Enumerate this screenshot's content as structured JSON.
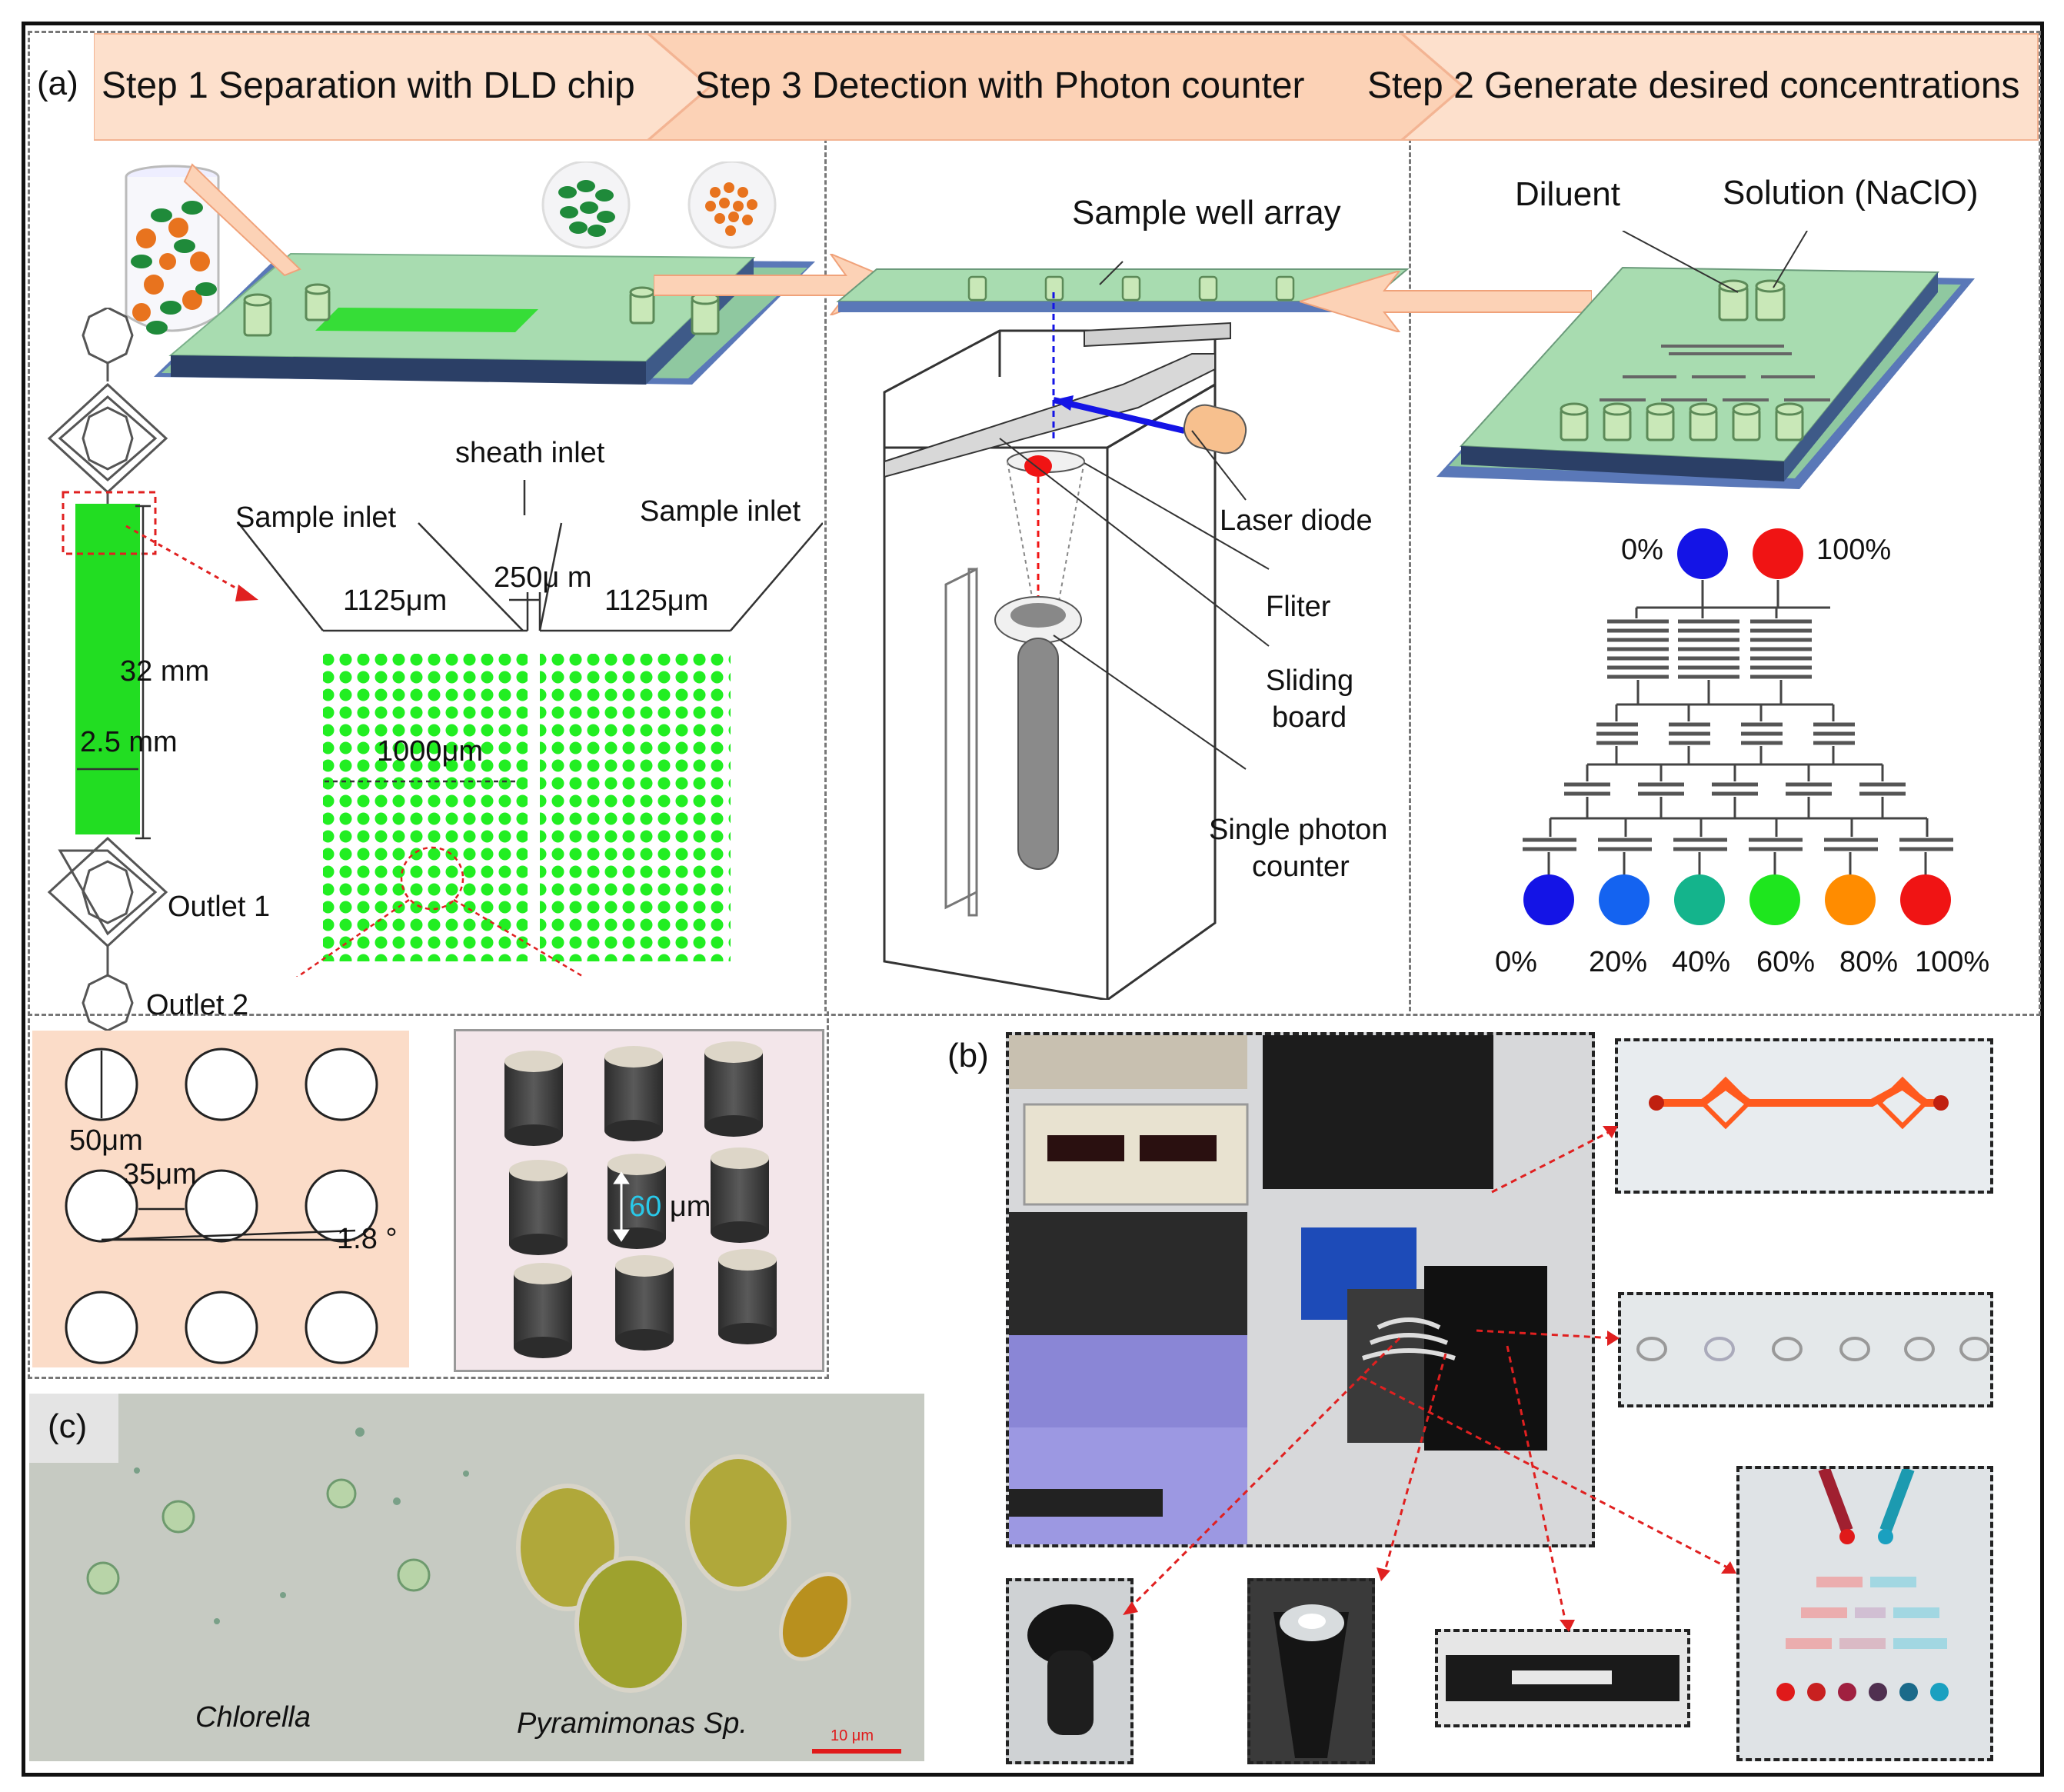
{
  "panels": {
    "a": "(a)",
    "b": "(b)",
    "c": "(c)"
  },
  "banner": {
    "step1": "Step 1 Separation with DLD chip",
    "step3": "Step 3 Detection with Photon counter",
    "step2": "Step 2 Generate desired concentrations"
  },
  "dld": {
    "sheath_inlet": "sheath inlet",
    "sample_inlet_left": "Sample inlet",
    "sample_inlet_right": "Sample inlet",
    "width_left": "1125μm",
    "width_center": "250μ m",
    "width_right": "1125μm",
    "length": "32 mm",
    "channel_width": "2.5 mm",
    "array_length": "1000μm",
    "outlet1": "Outlet 1",
    "outlet2": "Outlet 2",
    "pillar_diameter": "50μm",
    "gap": "35μm",
    "angle": "1.8 °",
    "pillar_height_value": "60",
    "pillar_height_unit": " μm"
  },
  "detector": {
    "sample_well_array": "Sample well array",
    "laser_diode": "Laser diode",
    "filter": "Fliter",
    "sliding_board_1": "Sliding",
    "sliding_board_2": "board",
    "spc_1": "Single photon",
    "spc_2": "counter"
  },
  "generator": {
    "diluent": "Diluent",
    "solution": "Solution (NaClO)",
    "input_low": "0%",
    "input_high": "100%",
    "outputs": [
      "0%",
      "20%",
      "40%",
      "60%",
      "80%",
      "100%"
    ],
    "output_colors": [
      "#1414e6",
      "#1463f0",
      "#14b48c",
      "#1ee61e",
      "#ff8c00",
      "#f01414"
    ]
  },
  "micrograph": {
    "label_left": "Chlorella",
    "label_right": "Pyramimonas Sp.",
    "scale_bar": "10 μm"
  },
  "colors": {
    "banner": "#fde0cc",
    "chip": "#a8dcb0",
    "channel": "#22dd22",
    "pillar_array": "#22ee22"
  }
}
